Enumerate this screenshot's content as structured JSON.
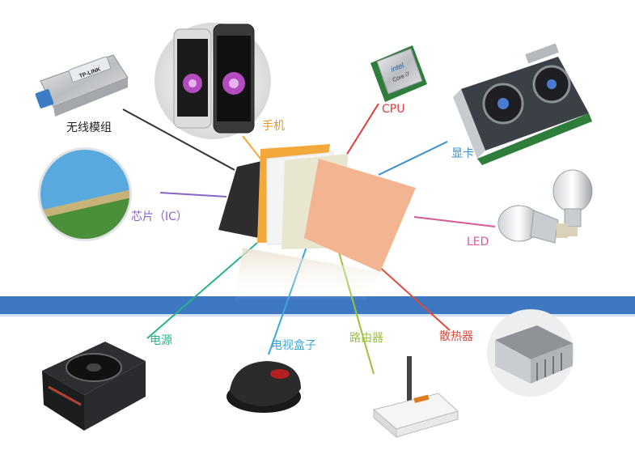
{
  "labels": {
    "module": "无线模组",
    "phone": "手机",
    "cpu": "CPU",
    "gpu": "显卡",
    "chip": "芯片（IC）",
    "led": "LED",
    "psu": "电源",
    "tvbox": "电视盒子",
    "router": "路由器",
    "heatsink": "散热器"
  },
  "product_text": {
    "module_brand": "TP-LINK",
    "cpu_brand": "intel",
    "cpu_model": "Core i7"
  },
  "colors": {
    "band": "#3f78c2",
    "label_text": "#222222",
    "pads": [
      "#2d2d2d",
      "#f3a93a",
      "#f2f2f2",
      "#e9e6cf",
      "#f2b491"
    ]
  },
  "icons": [
    "sfp-module-icon",
    "smartphones-icon",
    "cpu-chip-icon",
    "graphics-card-icon",
    "thermal-pad-roll-icon",
    "led-bulbs-icon",
    "power-supply-icon",
    "tv-box-icon",
    "wifi-router-icon",
    "heatsink-icon"
  ]
}
